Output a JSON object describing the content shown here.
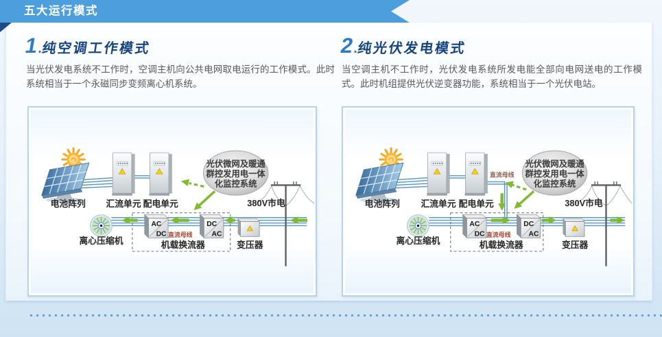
{
  "banner": {
    "title": "五大运行模式"
  },
  "colors": {
    "banner_blue": "#4d9edd",
    "number_blue": "#2b7cc4",
    "title_blue": "#15437e",
    "arrow_green": "#80ba30",
    "bus_line_blue": "#4f93c8",
    "dc_bus_red": "#a8442f"
  },
  "sections": [
    {
      "number": "1",
      "dot": ".",
      "title": "纯空调工作模式",
      "description": "当光伏发电系统不工作时，空调主机向公共电网取电运行的工作模式。此时系统相当于一个永磁同步变频离心机系统。",
      "diagram": {
        "battery_array": "电池阵列",
        "combiner_unit": "汇流单元",
        "distribution_unit": "配电单元",
        "grid": "380V市电",
        "compressor": "离心压缩机",
        "onboard_converter": "机载换流器",
        "transformer": "变压器",
        "dc_bus": "直流母线",
        "monitor_line1": "光伏微网及暖通",
        "monitor_line2": "群控发用电一体",
        "monitor_line3": "化监控系统",
        "converter1_top": "AC",
        "converter1_bottom": "DC",
        "converter2_top": "DC",
        "converter2_bottom": "AC"
      }
    },
    {
      "number": "2",
      "dot": ".",
      "title": "纯光伏发电模式",
      "description": "当空调主机不工作时，光伏发电系统所发电能全部向电网送电的工作模式。此时机组提供光伏逆变器功能，系统相当于一个光伏电站。",
      "diagram": {
        "battery_array": "电池阵列",
        "combiner_unit": "汇流单元",
        "distribution_unit": "配电单元",
        "grid": "380V市电",
        "compressor": "离心压缩机",
        "onboard_converter": "机载换流器",
        "transformer": "变压器",
        "dc_bus": "直流母线",
        "dc_bus_top": "直流母线",
        "monitor_line1": "光伏微网及暖通",
        "monitor_line2": "群控发用电一体",
        "monitor_line3": "化监控系统",
        "converter1_top": "AC",
        "converter1_bottom": "DC",
        "converter2_top": "DC",
        "converter2_bottom": "AC"
      }
    }
  ]
}
